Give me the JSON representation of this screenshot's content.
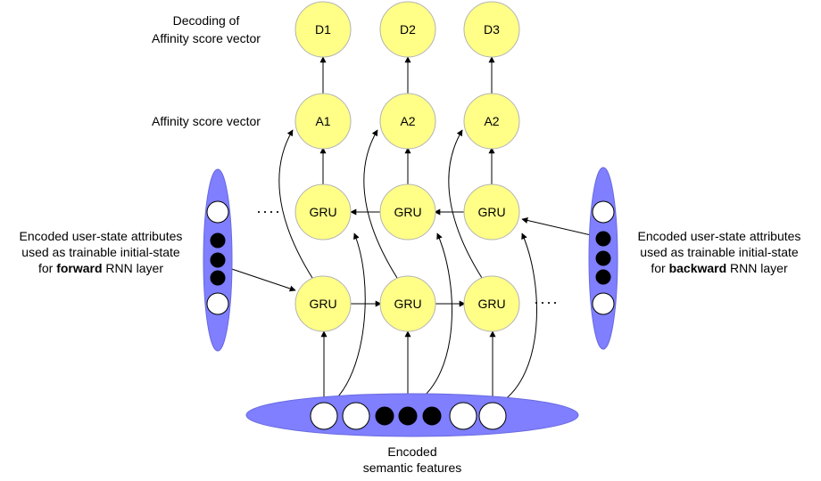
{
  "labels": {
    "decoding_line1": "Decoding of",
    "decoding_line2": "Affinity score vector",
    "affinity": "Affinity score vector",
    "forward_line1": "Encoded user-state attributes",
    "forward_line2": "used as trainable initial-state",
    "forward_line3_pre": "for ",
    "forward_line3_bold": "forward",
    "forward_line3_post": " RNN layer",
    "backward_line1": "Encoded user-state attributes",
    "backward_line2": "used as trainable initial-state",
    "backward_line3_pre": "for ",
    "backward_line3_bold": "backward",
    "backward_line3_post": " RNN layer",
    "encoded_line1": "Encoded",
    "encoded_line2": "semantic features",
    "ellipsis_left": "····",
    "ellipsis_right": "····"
  },
  "nodes": {
    "d1": "D1",
    "d2": "D2",
    "d3": "D3",
    "a1": "A1",
    "a2": "A2",
    "a3": "A2",
    "gru_b1": "GRU",
    "gru_b2": "GRU",
    "gru_b3": "GRU",
    "gru_f1": "GRU",
    "gru_f2": "GRU",
    "gru_f3": "GRU"
  },
  "colors": {
    "node_fill": "#ffff88",
    "vector_fill": "#7f7fff"
  }
}
